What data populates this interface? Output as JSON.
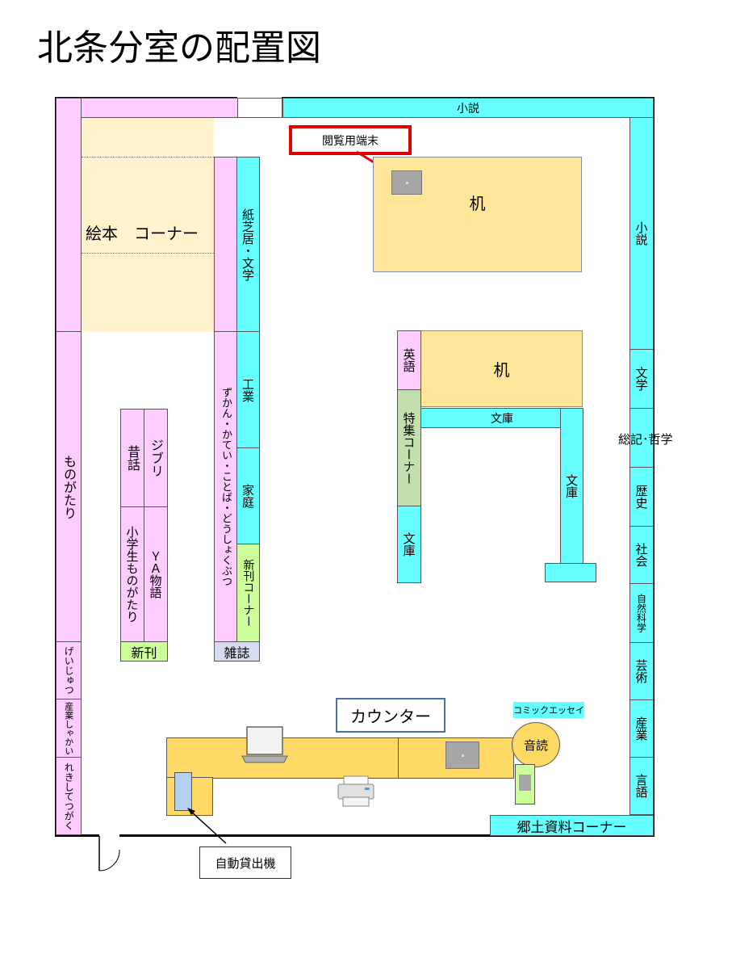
{
  "title": "北条分室の配置図",
  "labels": {
    "novel_top": "小説",
    "novel_right": "小説",
    "terminal": "閲覧用端末",
    "desk1": "机",
    "desk2": "机",
    "picture_books": "絵本　コーナー",
    "kamishibai": "紙芝居・文学",
    "kougyo": "工業",
    "katei": "家庭",
    "shinkan_corner": "新刊コーナー",
    "zukan": "ずかん・かてい・ことば・どうしょくぶつ",
    "zasshi": "雑誌",
    "monogatari": "ものがたり",
    "mukashibanashi": "昔話",
    "ghibli": "ジブリ",
    "shogakusei": "小学生ものがたり",
    "ya": "ＹＡ物語",
    "shinkan": "新刊",
    "geijutsu_kids": "げいじゅつ",
    "sangyo_kids": "産業しゃかい",
    "rekishi_kids": "れきしてつがく",
    "eigo": "英語",
    "tokushu": "特集コーナー",
    "bunko_left": "文庫",
    "bunko_top": "文庫",
    "bunko_right": "文庫",
    "bungaku": "文学",
    "souki": "総記･哲学",
    "rekishi": "歴史",
    "shakai": "社会",
    "shizen": "自然科学",
    "geijutsu": "芸術",
    "sangyo": "産業",
    "gengo": "言語",
    "counter": "カウンター",
    "comic_essay": "コミックエッセイ",
    "ondoku": "音読",
    "kyodo": "郷土資料コーナー",
    "auto_lend": "自動貸出機"
  },
  "colors": {
    "pink": "#ffccff",
    "cyan": "#66ffff",
    "green": "#ccff99",
    "table": "#ffe699",
    "counter": "#ffd966",
    "terminal_border": "#e00000"
  }
}
